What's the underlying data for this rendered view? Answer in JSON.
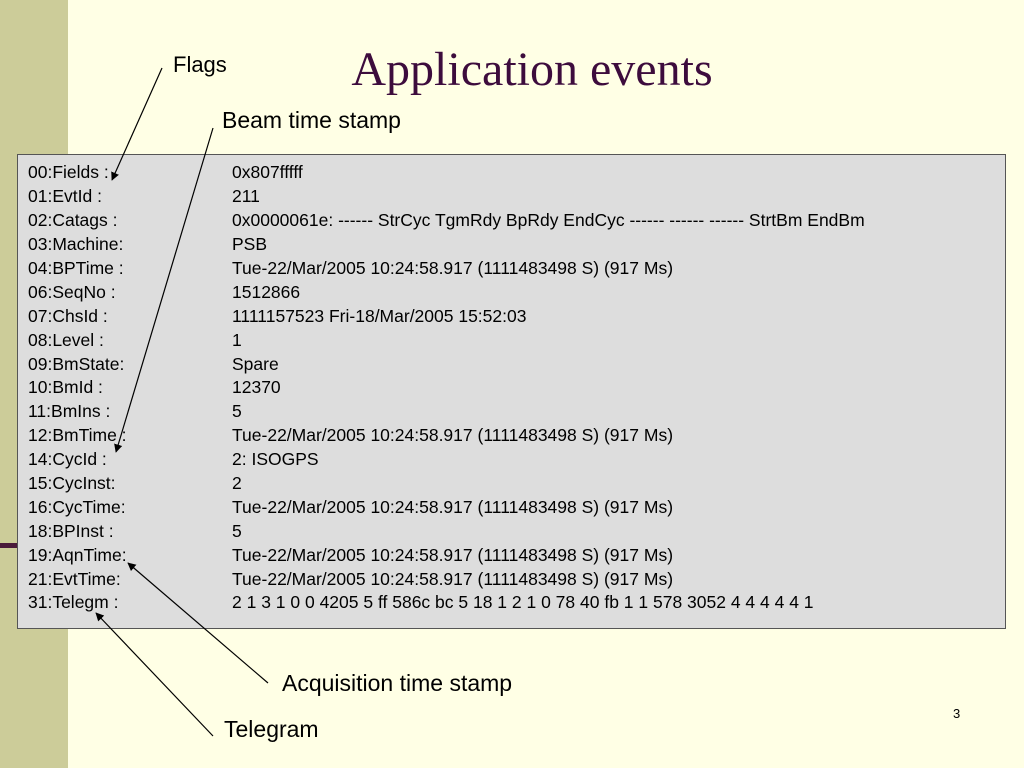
{
  "slide": {
    "title": "Application events",
    "page_number": "3"
  },
  "callouts": {
    "flags": "Flags",
    "beam_time_stamp": "Beam time stamp",
    "acquisition_time_stamp": "Acquisition time stamp",
    "telegram": "Telegram"
  },
  "event_fields": [
    {
      "key": "00:Fields :",
      "value": "0x807fffff"
    },
    {
      "key": "01:EvtId  :",
      "value": "211"
    },
    {
      "key": "02:Catags :",
      "value": "0x0000061e: ------ StrCyc TgmRdy BpRdy  EndCyc ------ ------ ------ StrtBm EndBm"
    },
    {
      "key": "03:Machine:",
      "value": "PSB"
    },
    {
      "key": "04:BPTime :",
      "value": "Tue-22/Mar/2005 10:24:58.917 (1111483498 S) (917 Ms)"
    },
    {
      "key": "06:SeqNo  :",
      "value": "1512866"
    },
    {
      "key": "07:ChsId  :",
      "value": "1111157523 Fri-18/Mar/2005 15:52:03"
    },
    {
      "key": "08:Level  :",
      "value": "1"
    },
    {
      "key": "09:BmState:",
      "value": "Spare"
    },
    {
      "key": "10:BmId   :",
      "value": "12370"
    },
    {
      "key": "11:BmIns  :",
      "value": "5"
    },
    {
      "key": "12:BmTime :",
      "value": "Tue-22/Mar/2005 10:24:58.917 (1111483498 S) (917 Ms)"
    },
    {
      "key": "14:CycId  :",
      "value": "2: ISOGPS"
    },
    {
      "key": "15:CycInst:",
      "value": "2"
    },
    {
      "key": "16:CycTime:",
      "value": "Tue-22/Mar/2005 10:24:58.917 (1111483498 S) (917 Ms)"
    },
    {
      "key": "18:BPInst :",
      "value": "5"
    },
    {
      "key": "19:AqnTime:",
      "value": "Tue-22/Mar/2005 10:24:58.917 (1111483498 S) (917 Ms)"
    },
    {
      "key": "21:EvtTime:",
      "value": "Tue-22/Mar/2005 10:24:58.917 (1111483498 S) (917 Ms)"
    },
    {
      "key": "31:Telegm :",
      "value": "2 1 3 1 0 0 4205 5 ff 586c bc 5 18 1 2 1 0 78 40 fb 1 1 578 3052 4 4 4 4 4 1"
    }
  ]
}
